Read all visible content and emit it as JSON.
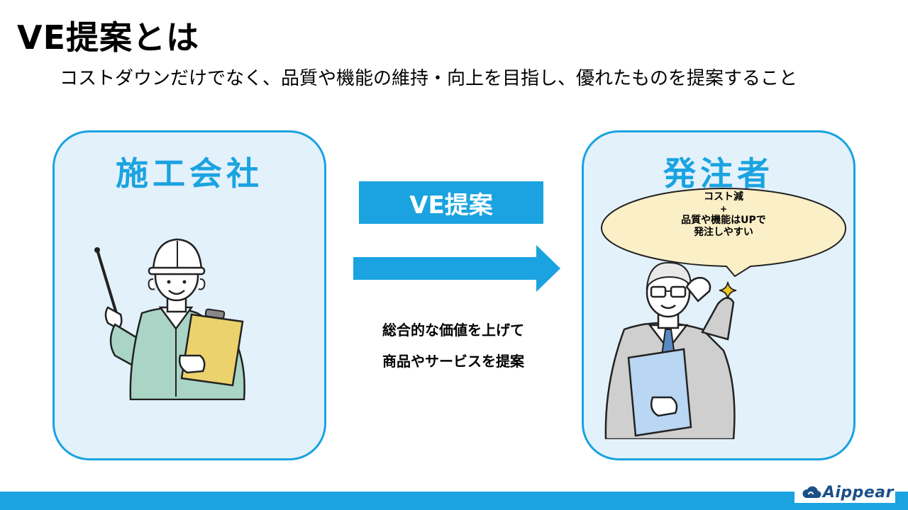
{
  "slide": {
    "title": "VE提案とは",
    "subtitle": "コストダウンだけでなく、品質や機能の維持・向上を目指し、優れたものを提案すること"
  },
  "left_panel": {
    "title": "施工会社"
  },
  "right_panel": {
    "title": "発注者"
  },
  "center": {
    "badge": "VE提案",
    "line1": "総合的な価値を上げて",
    "line2": "商品やサービスを提案"
  },
  "speech_bubble": {
    "line1": "コスト減",
    "line2": "+",
    "line3": "品質や機能はUPで",
    "line4": "発注しやすい"
  },
  "brand": {
    "logo_text": "Aippear"
  },
  "colors": {
    "accent": "#1aa3e0",
    "panel_fill": "#e3f1fb",
    "bubble_fill": "#fbefc8",
    "logo_text": "#1b4f87"
  },
  "icons": {
    "worker": "construction-worker-illustration",
    "client": "client-businessman-illustration",
    "arrow": "right-arrow-icon",
    "sparkle": "sparkle-icon"
  }
}
